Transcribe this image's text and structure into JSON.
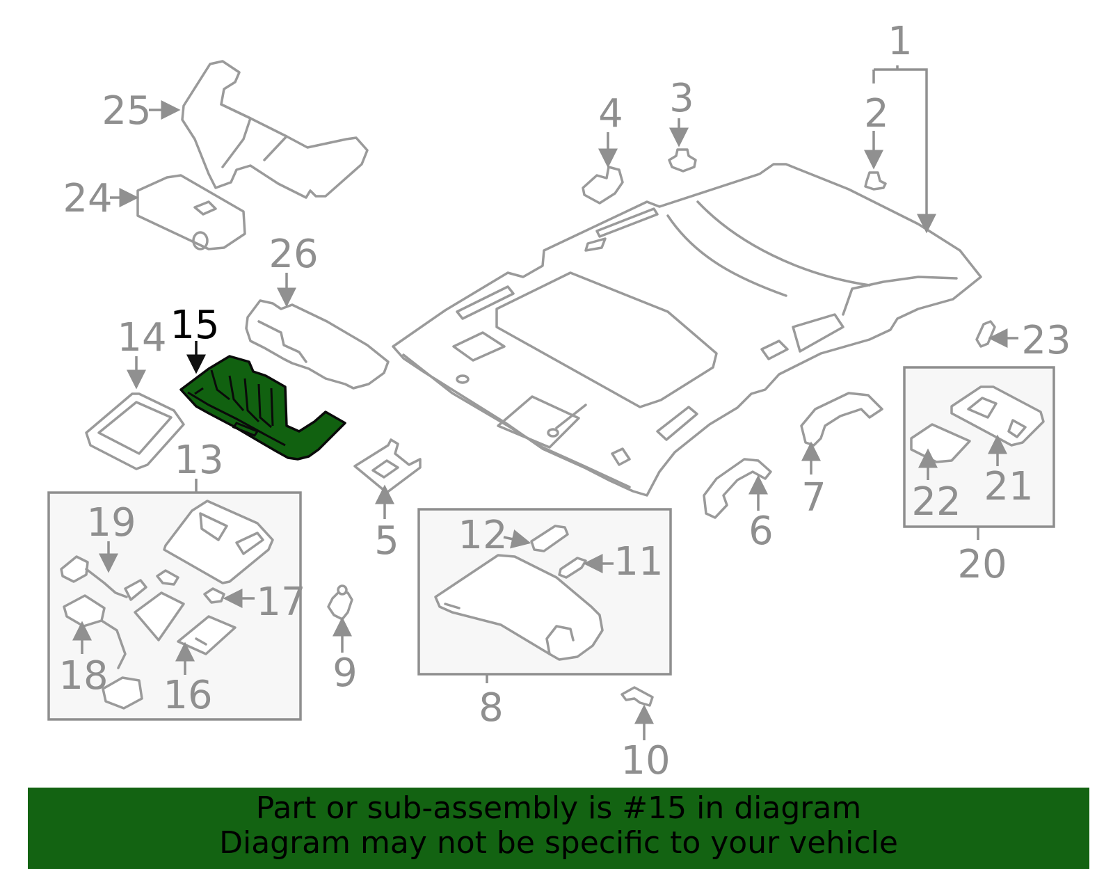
{
  "callouts": {
    "c1": "1",
    "c2": "2",
    "c3": "3",
    "c4": "4",
    "c5": "5",
    "c6": "6",
    "c7": "7",
    "c8": "8",
    "c9": "9",
    "c10": "10",
    "c11": "11",
    "c12": "12",
    "c13": "13",
    "c14": "14",
    "c15": "15",
    "c16": "16",
    "c17": "17",
    "c18": "18",
    "c19": "19",
    "c20": "20",
    "c21": "21",
    "c22": "22",
    "c23": "23",
    "c24": "24",
    "c25": "25",
    "c26": "26"
  },
  "highlighted_part": "15",
  "colors": {
    "highlight": "#116110",
    "banner": "#136312",
    "parts": "#9a9a9a"
  },
  "banner": {
    "line1": "Part or sub-assembly is #15 in diagram",
    "line2": "Diagram may not be specific to your vehicle"
  }
}
